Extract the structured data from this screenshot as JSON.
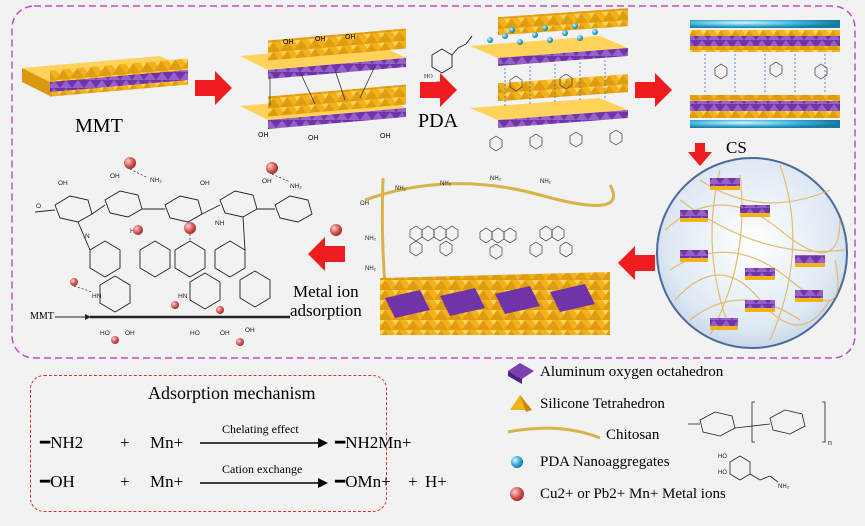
{
  "labels": {
    "mmt": "MMT",
    "pda": "PDA",
    "cs": "CS",
    "metal_ion_adsorption_line1": "Metal ion",
    "metal_ion_adsorption_line2": "adsorption",
    "mmt_small": "MMT"
  },
  "mechanism": {
    "title": "Adsorption mechanism",
    "row1": {
      "left": "NH2",
      "plus": "+",
      "ion": "Mn+",
      "arrow_label": "Chelating effect",
      "product": "NH2Mn+"
    },
    "row2": {
      "left": "OH",
      "plus": "+",
      "ion": "Mn+",
      "arrow_label": "Cation exchange",
      "product": "OMn+",
      "plus2": "+",
      "byproduct": "H+"
    }
  },
  "legend": {
    "items": [
      {
        "label": "Aluminum oxygen octahedron",
        "icon": "purple-octahedron-icon",
        "color": "#7a3fb0"
      },
      {
        "label": "Silicone Tetrahedron",
        "icon": "yellow-tetrahedron-icon",
        "color": "#f2b21c"
      },
      {
        "label": "Chitosan",
        "icon": "chitosan-fiber-icon",
        "color": "#e0b860"
      },
      {
        "label": "PDA Nanoaggregates",
        "icon": "cyan-sphere-icon",
        "color": "#3ab0d8"
      },
      {
        "label": "Cu2+ or Pb2+  Mn+ Metal ions",
        "icon": "red-sphere-icon",
        "color": "#d85a5a"
      }
    ]
  },
  "colors": {
    "arrow": "#ee1c1c",
    "frame": "#c050c0",
    "mechanism_border": "#e03030",
    "octahedron": "#7a3fb0",
    "tetrahedron": "#f2b21c",
    "background": "#f2f2f2"
  }
}
